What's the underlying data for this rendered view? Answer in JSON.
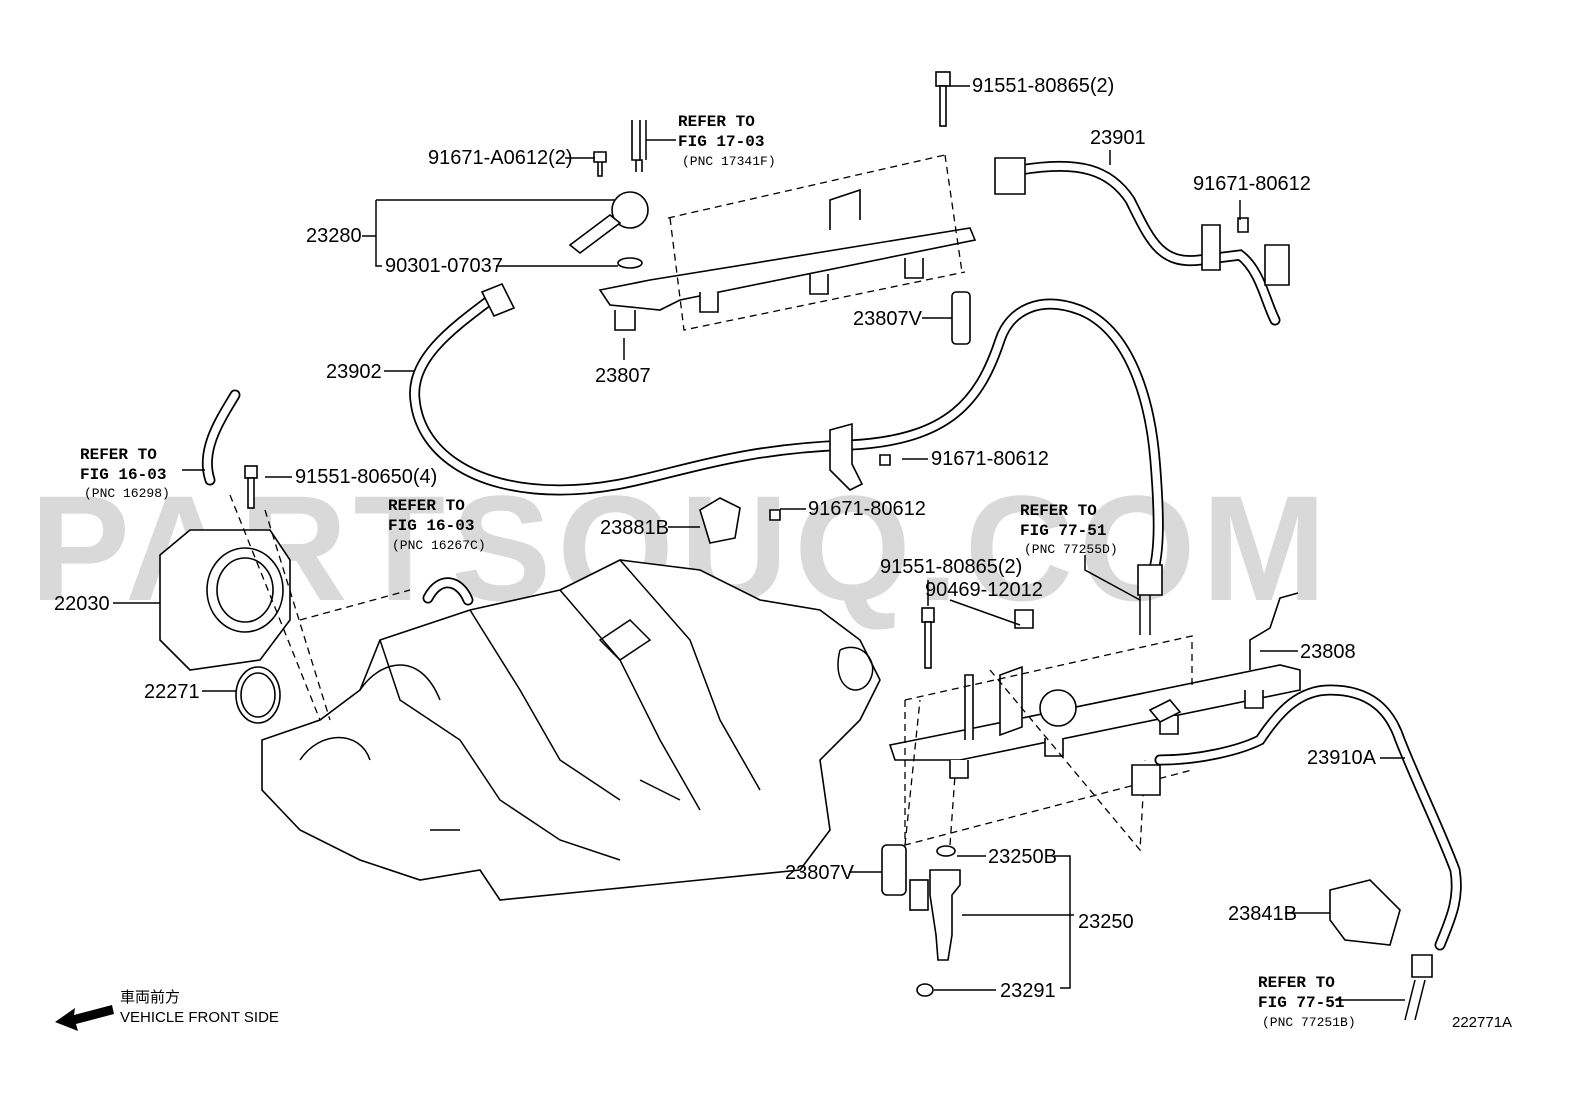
{
  "watermark": "PARTSOUQ.COM",
  "diagram_id": "222771A",
  "direction": {
    "japanese": "車両前方",
    "english": "VEHICLE FRONT SIDE"
  },
  "labels": {
    "p91551_80865_top": "91551-80865(2)",
    "p91671_A0612": "91671-A0612(2)",
    "p23901": "23901",
    "p91671_80612_a": "91671-80612",
    "p23280": "23280",
    "p90301_07037": "90301-07037",
    "p23807V_top": "23807V",
    "p23807": "23807",
    "p23902": "23902",
    "p91551_80650": "91551-80650(4)",
    "p91671_80612_b": "91671-80612",
    "p23881B": "23881B",
    "p91671_80612_c": "91671-80612",
    "p91551_80865_bottom": "91551-80865(2)",
    "p90469_12012": "90469-12012",
    "p22030": "22030",
    "p23808": "23808",
    "p22271": "22271",
    "p23910A": "23910A",
    "p23250B": "23250B",
    "p23807V_bottom": "23807V",
    "p23250": "23250",
    "p23841B": "23841B",
    "p23291": "23291"
  },
  "refs": [
    {
      "line1": "REFER TO",
      "line2": "FIG 17-03",
      "pnc": "(PNC 17341F)"
    },
    {
      "line1": "REFER TO",
      "line2": "FIG 16-03",
      "pnc": "(PNC 16298)"
    },
    {
      "line1": "REFER TO",
      "line2": "FIG 16-03",
      "pnc": "(PNC 16267C)"
    },
    {
      "line1": "REFER TO",
      "line2": "FIG 77-51",
      "pnc": "(PNC 77255D)"
    },
    {
      "line1": "REFER TO",
      "line2": "FIG 77-51",
      "pnc": "(PNC 77251B)"
    }
  ]
}
